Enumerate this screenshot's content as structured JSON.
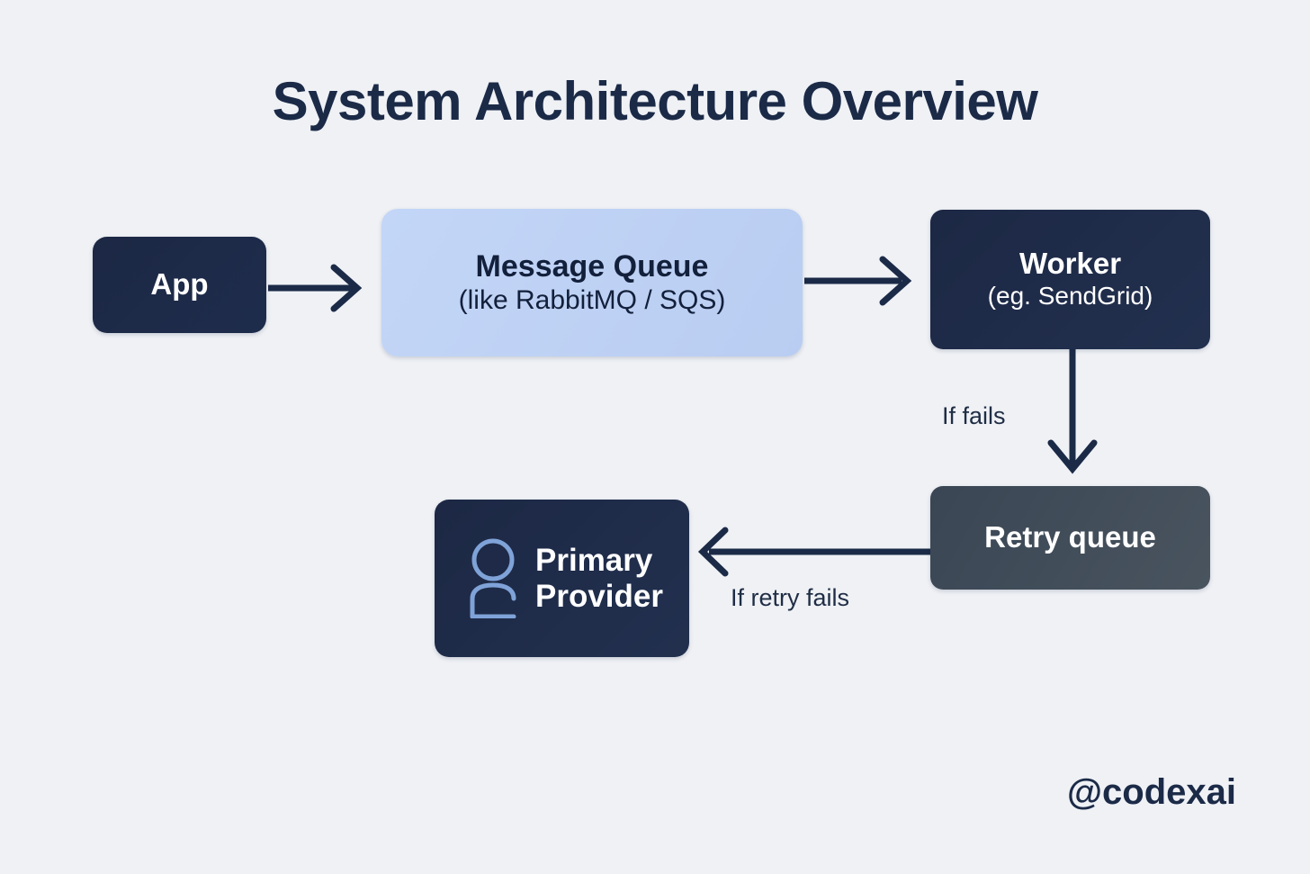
{
  "page": {
    "title": "System Architecture Overview",
    "background_color": "#eff1f5",
    "watermark": "@codexai"
  },
  "nodes": [
    {
      "id": "app",
      "label": "App",
      "sublabel": "",
      "fill": "#1c2844",
      "text_color": "#ffffff"
    },
    {
      "id": "queue",
      "label": "Message Queue",
      "sublabel": "(like RabbitMQ / SQS)",
      "fill": "#bfd2f5",
      "text_color": "#13203b"
    },
    {
      "id": "worker",
      "label": "Worker",
      "sublabel": "(eg. SendGrid)",
      "fill": "#1c2844",
      "text_color": "#ffffff"
    },
    {
      "id": "retry",
      "label": "Retry queue",
      "sublabel": "",
      "fill": "#3f4b59",
      "text_color": "#ffffff"
    },
    {
      "id": "provider",
      "label_line1": "Primary",
      "label_line2": "Provider",
      "icon": "person-icon",
      "icon_color": "#7fa3d8",
      "fill": "#1c2844",
      "text_color": "#ffffff"
    }
  ],
  "edges": [
    {
      "id": "app-to-queue",
      "from": "app",
      "to": "queue",
      "label": "",
      "direction": "right"
    },
    {
      "id": "queue-to-worker",
      "from": "queue",
      "to": "worker",
      "label": "",
      "direction": "right"
    },
    {
      "id": "worker-to-retry",
      "from": "worker",
      "to": "retry",
      "label": "If fails",
      "direction": "down"
    },
    {
      "id": "retry-to-provider",
      "from": "retry",
      "to": "provider",
      "label": "If retry fails",
      "direction": "left"
    }
  ],
  "labels": {
    "if_fails": "If fails",
    "if_retry_fails": "If retry fails"
  },
  "colors": {
    "arrow": "#1b2a47",
    "navy": "#1c2844",
    "slate": "#3f4b59",
    "light_blue": "#bfd2f5",
    "icon_blue": "#7fa3d8"
  }
}
